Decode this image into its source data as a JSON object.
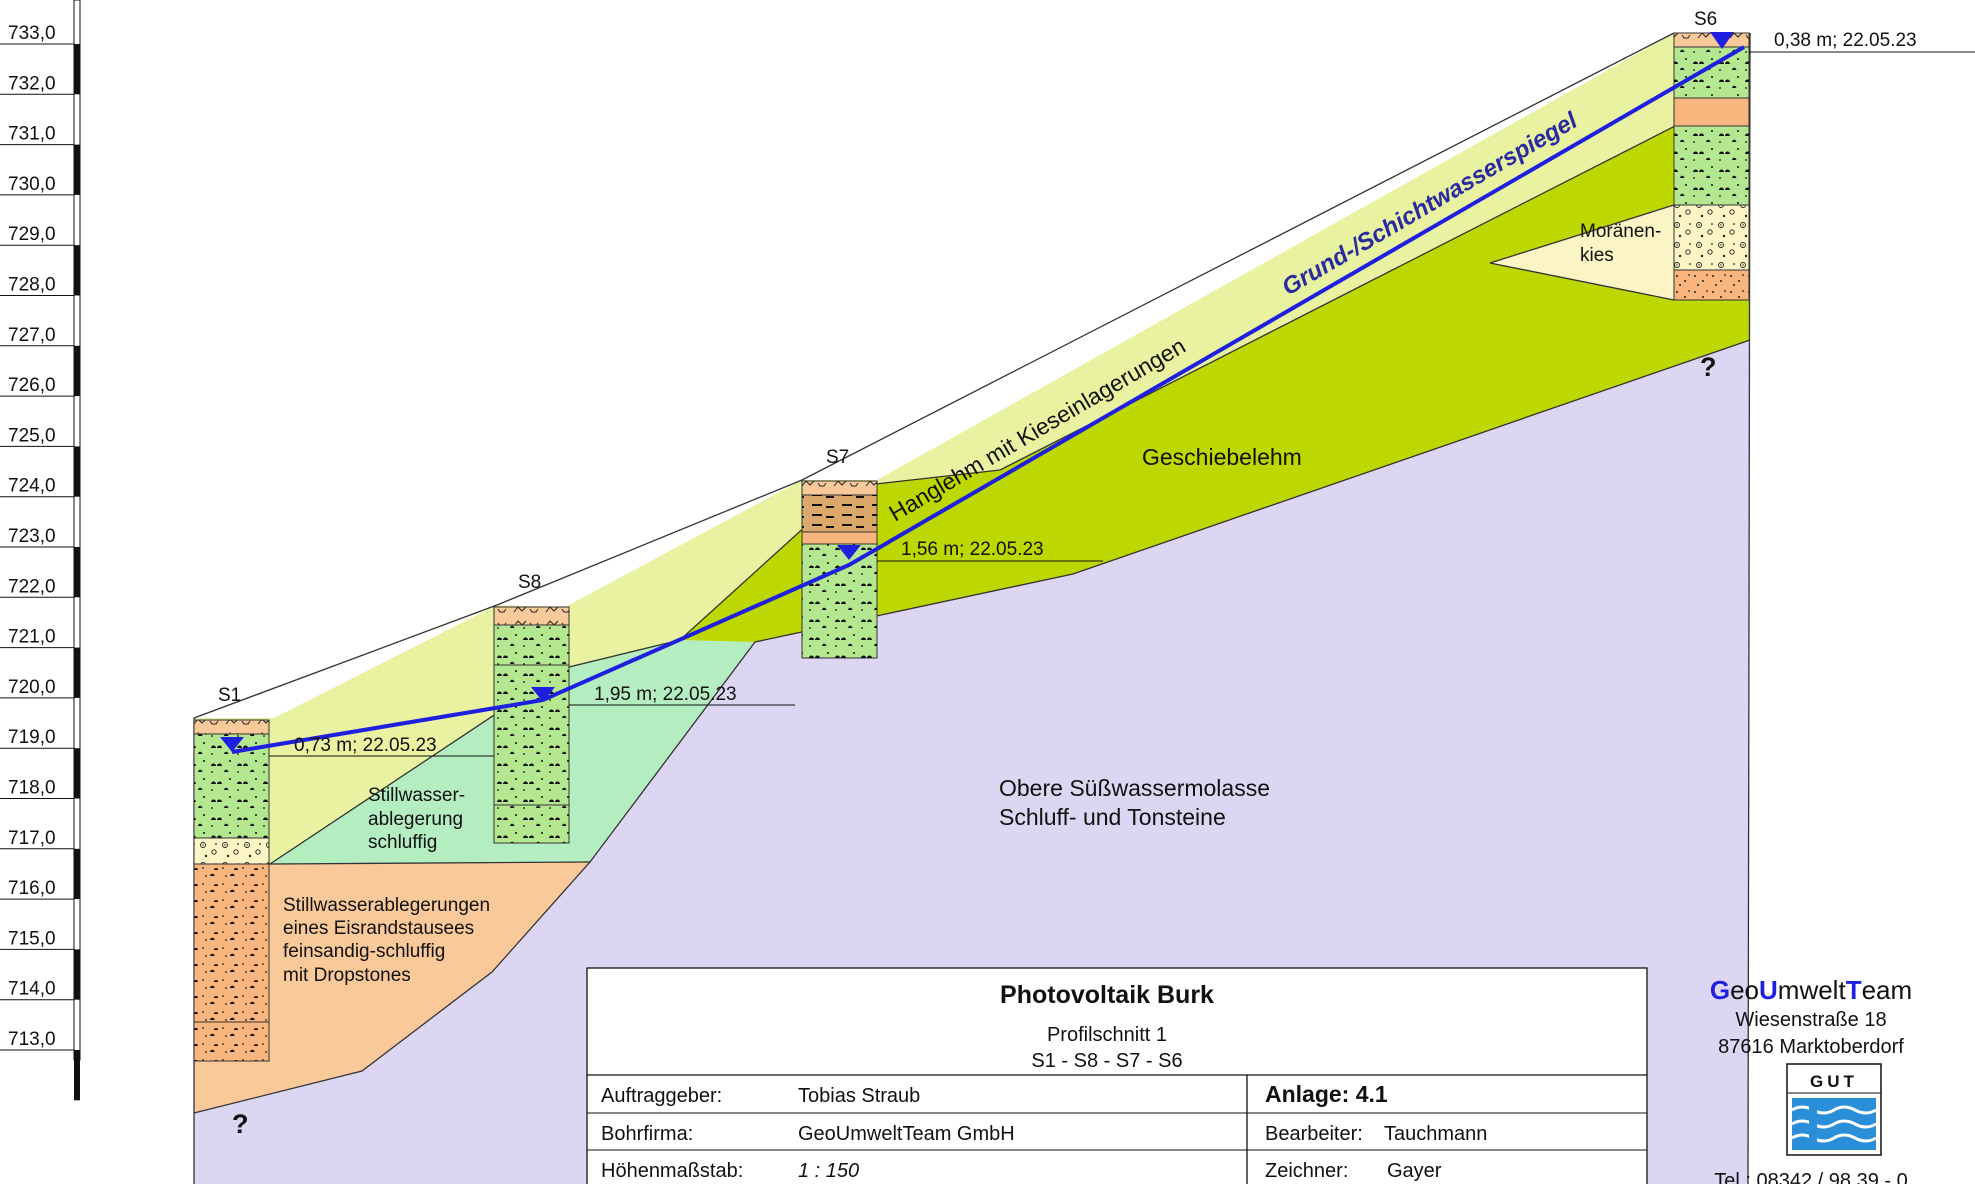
{
  "axis": {
    "ticks": [
      "733,0",
      "732,0",
      "731,0",
      "730,0",
      "729,0",
      "728,0",
      "727,0",
      "726,0",
      "725,0",
      "724,0",
      "723,0",
      "722,0",
      "721,0",
      "720,0",
      "719,0",
      "718,0",
      "717,0",
      "716,0",
      "715,0",
      "714,0",
      "713,0"
    ]
  },
  "boreholes": {
    "s1": "S1",
    "s8": "S8",
    "s7": "S7",
    "s6": "S6"
  },
  "water_levels": {
    "s1": "0,73 m; 22.05.23",
    "s8": "1,95 m; 22.05.23",
    "s7": "1,56 m; 22.05.23",
    "s6": "0,38 m; 22.05.23"
  },
  "layers": {
    "hanglehm": "Hanglehm mit Kieseinlagerungen",
    "water_table": "Grund-/Schichtwasserspiegel",
    "geschiebelehm": "Geschiebelehm",
    "moraenen_1": "Moränen-",
    "moraenen_2": "kies",
    "molasse_1": "Obere Süßwassermolasse",
    "molasse_2": "Schluff- und Tonsteine",
    "still_1": "Stillwasser-",
    "still_2": "ablegerung",
    "still_3": "schluffig",
    "eis_1": "Stillwasserablegerungen",
    "eis_2": "eines Eisrandstausees",
    "eis_3": "feinsandig-schluffig",
    "eis_4": "mit Dropstones",
    "unknown": "?"
  },
  "title_block": {
    "title": "Photovoltaik Burk",
    "subtitle": "Profilschnitt 1",
    "route": "S1 - S8 - S7 - S6",
    "client_label": "Auftraggeber:",
    "client_value": "Tobias Straub",
    "drill_label": "Bohrfirma:",
    "drill_value": "GeoUmweltTeam GmbH",
    "scale_label": "Höhenmaßstab:",
    "scale_value": "1 : 150",
    "anlage": "Anlage: 4.1",
    "editor_label": "Bearbeiter:",
    "editor_value": "Tauchmann",
    "drawer_label": "Zeichner:",
    "drawer_value": "Gayer"
  },
  "company": {
    "logo_g": "G",
    "logo_eo": "eo",
    "logo_u": "U",
    "logo_mwelt": "mwelt",
    "logo_t": "T",
    "logo_eam": "eam",
    "street": "Wiesenstraße 18",
    "city": "87616 Marktoberdorf",
    "badge": "GUT",
    "phone": "Tel.: 08342 / 98 39 - 0"
  },
  "colors": {
    "molasse": "#dcd6f2",
    "geschiebelehm": "#bcd800",
    "hanglehm": "#e8f2a0",
    "stillwasser": "#b4eec0",
    "eisrand": "#f9c99a",
    "moraenenkies": "#fbf4c4",
    "water_line": "#1f1fe0",
    "water_label": "#2a2aa0"
  }
}
